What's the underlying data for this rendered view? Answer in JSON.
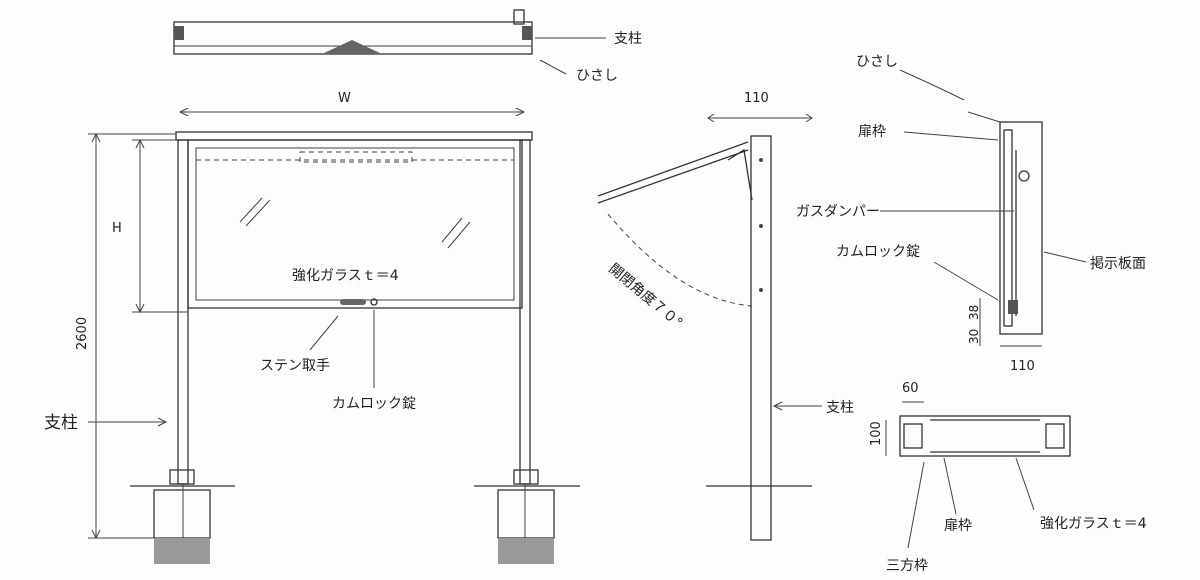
{
  "labels": {
    "support_top": "支柱",
    "canopy_top": "ひさし",
    "width": "W",
    "height_dim": "H",
    "overall_height": "2600",
    "glass_front": "強化ガラスｔ＝4",
    "handle": "ステン取手",
    "lock_front": "カムロック錠",
    "post_left": "支柱",
    "side_top_dim": "110",
    "opening_angle": "開閉角度７０°",
    "post_side": "支柱",
    "canopy_section": "ひさし",
    "door_frame_section": "扉枠",
    "gas_damper": "ガスダンパー",
    "lock_section": "カムロック錠",
    "board_face": "掲示板面",
    "dim_38": "38",
    "dim_30": "30",
    "dim_110_bottom": "110",
    "plan_60": "60",
    "plan_100": "100",
    "plan_door_frame": "扉枠",
    "plan_glass": "強化ガラスｔ＝4",
    "plan_three_frame": "三方枠"
  }
}
